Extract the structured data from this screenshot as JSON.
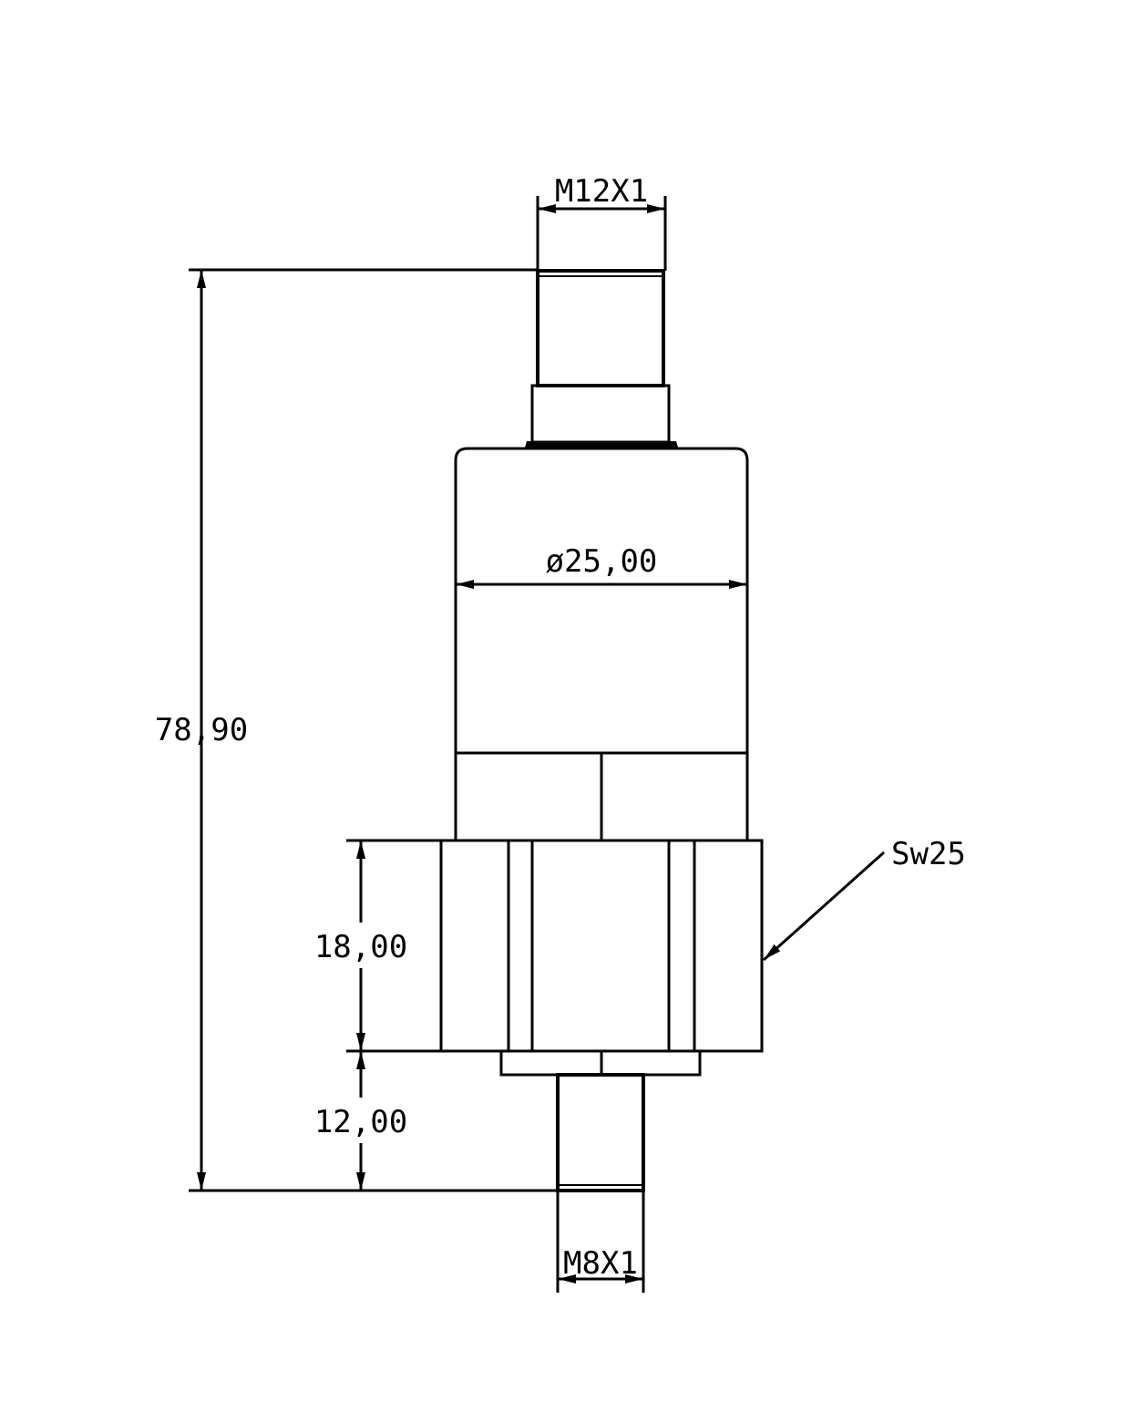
{
  "dimensions": {
    "top_thread": "M12X1",
    "body_diameter": "ø25,00",
    "overall_length": "78,90",
    "hex_height": "18,00",
    "bottom_thread_length": "12,00",
    "bottom_thread": "M8X1",
    "wrench_size": "Sw25"
  },
  "colors": {
    "line": "#000000",
    "background": "#ffffff"
  }
}
